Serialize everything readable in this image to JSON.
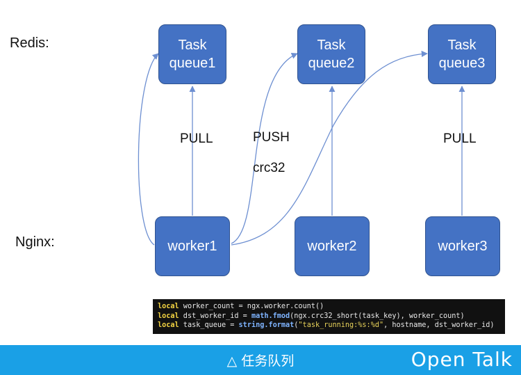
{
  "labels": {
    "redis": "Redis:",
    "nginx": "Nginx:"
  },
  "queues": [
    {
      "label": "Task\nqueue1"
    },
    {
      "label": "Task\nqueue2"
    },
    {
      "label": "Task\nqueue3"
    }
  ],
  "workers": [
    {
      "label": "worker1"
    },
    {
      "label": "worker2"
    },
    {
      "label": "worker3"
    }
  ],
  "edge_labels": {
    "pull_left": "PULL",
    "push": "PUSH",
    "crc": "crc32",
    "pull_right": "PULL"
  },
  "code": {
    "line1_kw": "local",
    "line1_rest": " worker_count = ngx.worker.count()",
    "line2_kw": "local",
    "line2_a": " dst_worker_id = ",
    "line2_fn": "math.fmod",
    "line2_b": "(ngx.crc32_short(task_key), worker_count)",
    "line3_kw": "local",
    "line3_a": " task_queue = ",
    "line3_fn": "string.format",
    "line3_b": "(",
    "line3_str": "\"task_running:%s:%d\"",
    "line3_c": ", hostname, dst_worker_id)"
  },
  "footer": {
    "title": "△ 任务队列",
    "brand": "Open Talk"
  },
  "colors": {
    "box": "#4472c4",
    "arrow": "#6d8fd1",
    "footer": "#1aa0e6"
  }
}
